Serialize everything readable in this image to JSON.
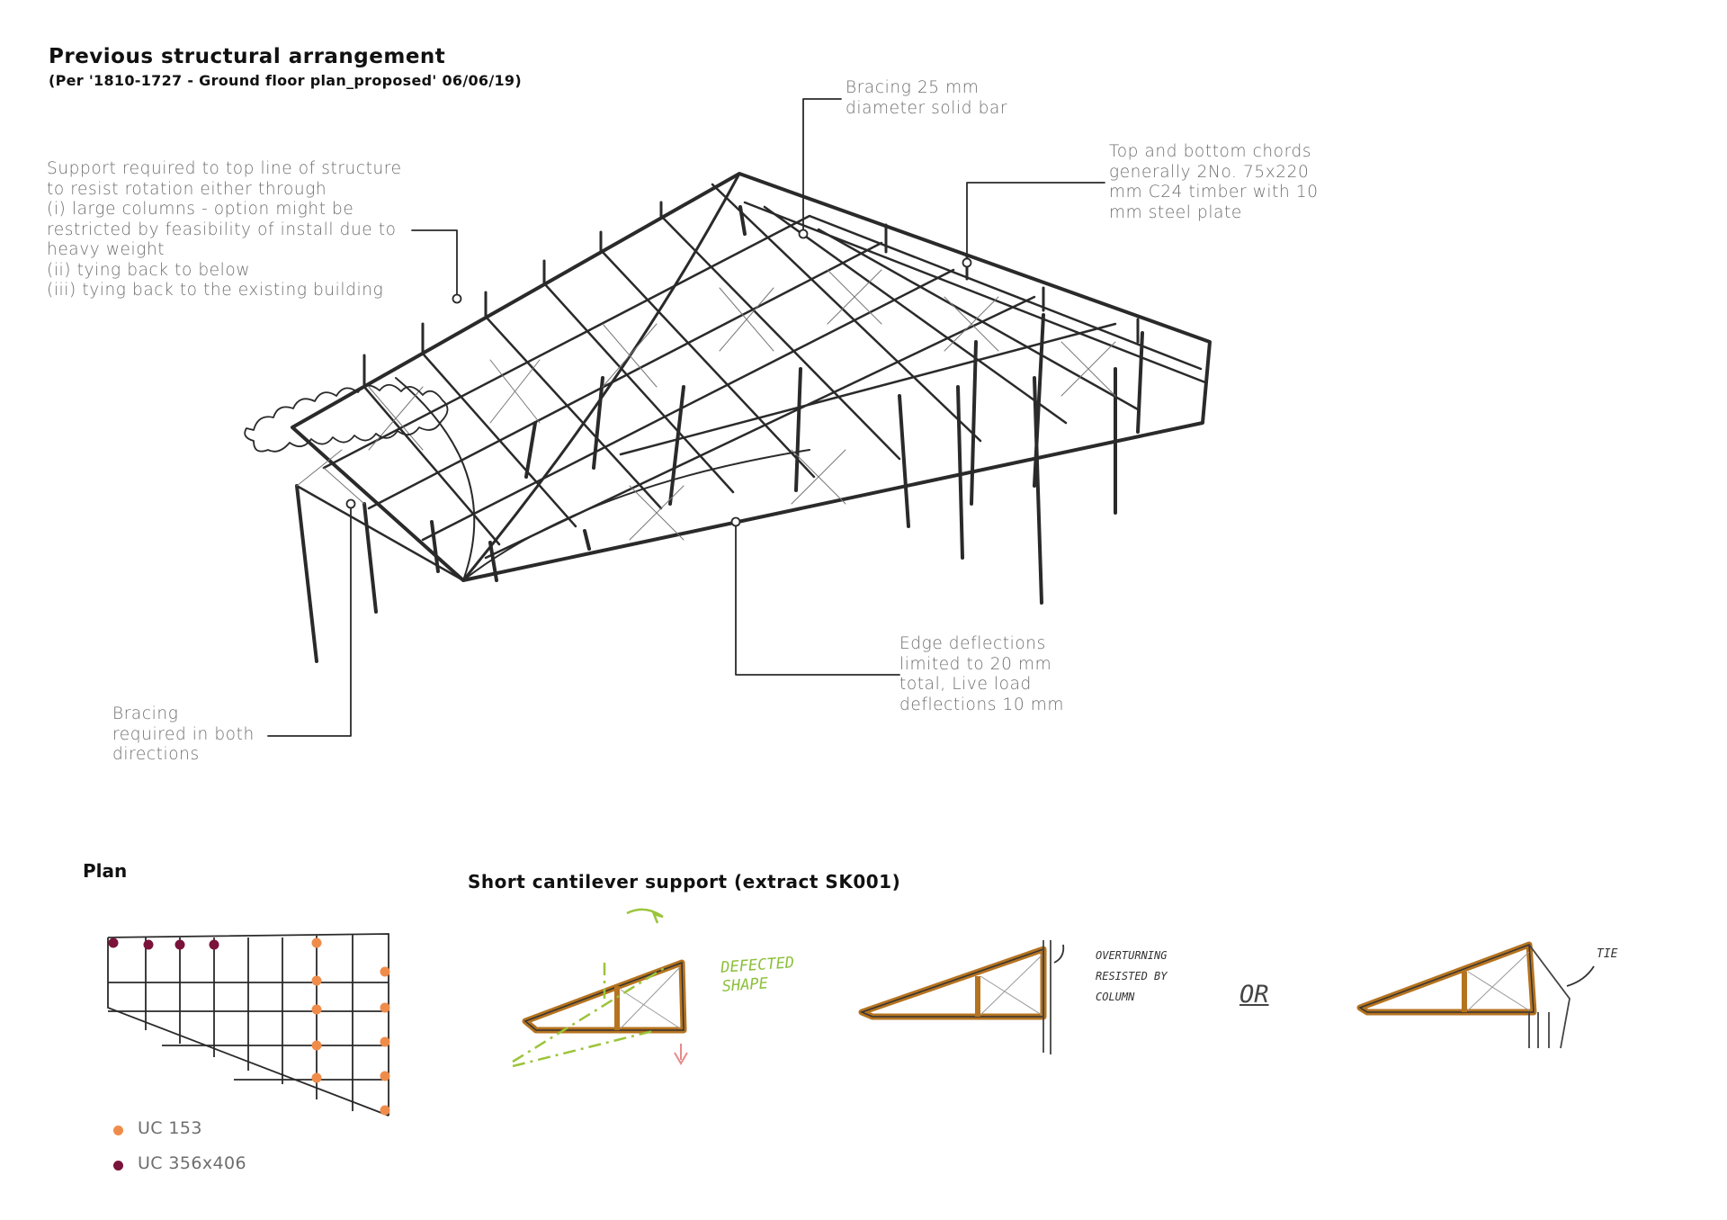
{
  "title": "Previous structural arrangement",
  "subtitle": "(Per '1810-1727 - Ground floor plan_proposed' 06/06/19)",
  "annotations": {
    "support": "Support required to top line of structure\nto resist rotation either through\n(i) large columns - option might be\nrestricted by feasibility of install due to\nheavy weight\n(ii) tying back to below\n(iii) tying back to the existing building",
    "bracing_25": "Bracing 25 mm\ndiameter solid bar",
    "chords": "Top and bottom chords\ngenerally 2No. 75x220\nmm C24 timber with 10\nmm steel plate",
    "edge": "Edge deflections\nlimited to 20 mm\ntotal, Live load\ndeflections 10 mm",
    "bracing_both": "Bracing\nrequired in both\ndirections"
  },
  "plan": {
    "title": "Plan",
    "legend": [
      {
        "label": "UC 153",
        "color": "#f08c4a"
      },
      {
        "label": "UC 356x406",
        "color": "#7a1239"
      }
    ]
  },
  "cantilever": {
    "title": "Short cantilever support (extract SK001)",
    "deflected_label": "DEFECTED\nSHAPE",
    "overturning_label": "OVERTURNING\nRESISTED BY\nCOLUMN",
    "or_label": "OR",
    "tie_label": "TIE"
  },
  "colors": {
    "timber": "#b5731f",
    "deflected": "#9cc43a",
    "arrow": "#e88a8a",
    "ink": "#2a2a2a"
  }
}
